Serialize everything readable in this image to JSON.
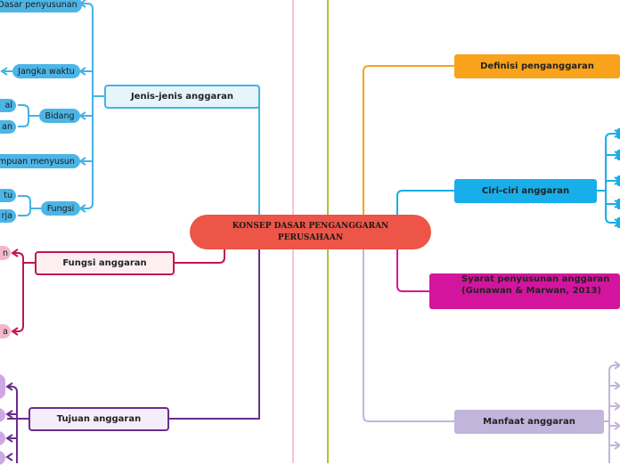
{
  "root": {
    "line1": "KONSEP DASAR PENGANGGARAN",
    "line2": "PERUSAHAAN"
  },
  "right": {
    "definisi": "Definisi penganggaran",
    "ciri": "Ciri-ciri anggaran",
    "syarat_line1": "Syarat penyusunan anggaran",
    "syarat_line2": "(Gunawan & Marwan, 2013)",
    "manfaat": "Manfaat anggaran"
  },
  "left": {
    "jenis": "Jenis-jenis anggaran",
    "jenis_children": {
      "dasar": "Dasar penyusunan",
      "jangka": "Jangka waktu",
      "bidang": "Bidang",
      "kemampuan": "mpuan menyusun",
      "fungsi": "Fungsi"
    },
    "bidang_children": [
      "al",
      "an"
    ],
    "fungsi_children": [
      "tu",
      "rja"
    ],
    "fungsi_anggaran": "Fungsi anggaran",
    "fungsi_anggaran_children": [
      "n",
      "a"
    ],
    "tujuan": "Tujuan anggaran"
  },
  "colors": {
    "root": "#ec5547",
    "jenis": "#46b2e4",
    "fungsi": "#c0184a",
    "tujuan": "#6a2c8e",
    "definisi": "#f9a21b",
    "ciri": "#18aeea",
    "syarat": "#d3159d",
    "manfaat": "#c2b5dc",
    "vline_pink": "#f9c3d6",
    "vline_green": "#a3c93a"
  }
}
